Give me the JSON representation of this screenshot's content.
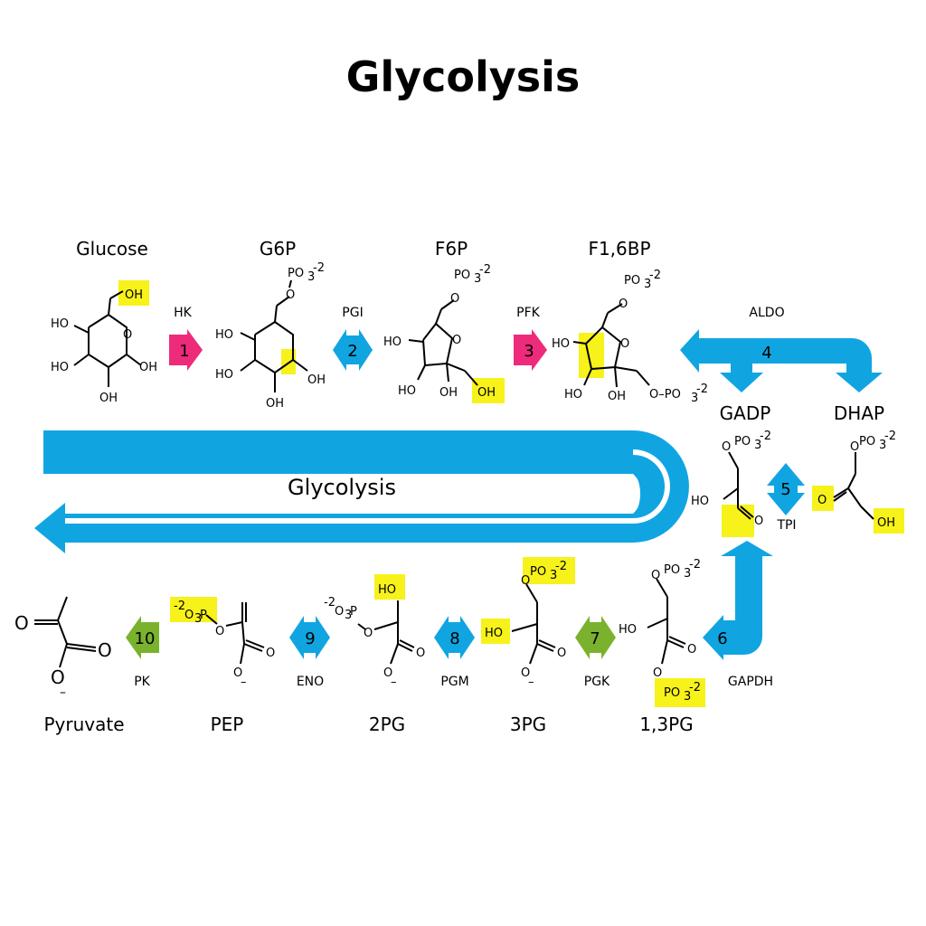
{
  "title": "Glycolysis",
  "band_label": "Glycolysis",
  "colors": {
    "band": "#10a5e1",
    "step_pink": "#ee2a7b",
    "step_blue": "#10a5e1",
    "step_green": "#7ab22e",
    "highlight": "#f7f21a"
  },
  "metabolites": {
    "glucose": "Glucose",
    "g6p": "G6P",
    "f6p": "F6P",
    "f16bp": "F1,6BP",
    "gadp": "GADP",
    "dhap": "DHAP",
    "pg13": "1,3PG",
    "pg3": "3PG",
    "pg2": "2PG",
    "pep": "PEP",
    "pyruvate": "Pyruvate"
  },
  "steps": [
    {
      "num": "1",
      "enzyme": "HK",
      "color": "pink"
    },
    {
      "num": "2",
      "enzyme": "PGI",
      "color": "blue"
    },
    {
      "num": "3",
      "enzyme": "PFK",
      "color": "pink"
    },
    {
      "num": "4",
      "enzyme": "ALDO",
      "color": "blue"
    },
    {
      "num": "5",
      "enzyme": "TPI",
      "color": "blue"
    },
    {
      "num": "6",
      "enzyme": "GAPDH",
      "color": "blue"
    },
    {
      "num": "7",
      "enzyme": "PGK",
      "color": "green"
    },
    {
      "num": "8",
      "enzyme": "PGM",
      "color": "blue"
    },
    {
      "num": "9",
      "enzyme": "ENO",
      "color": "blue"
    },
    {
      "num": "10",
      "enzyme": "PK",
      "color": "green"
    }
  ],
  "atoms": {
    "oh": "OH",
    "ho": "HO",
    "o": "O",
    "po3": "PO",
    "sub3": "3",
    "sup_charge": "-2",
    "minus": "–",
    "o3p_pre": "-2",
    "o3p": "O",
    "o3p_p": "P",
    "o_po3": "O–PO"
  }
}
